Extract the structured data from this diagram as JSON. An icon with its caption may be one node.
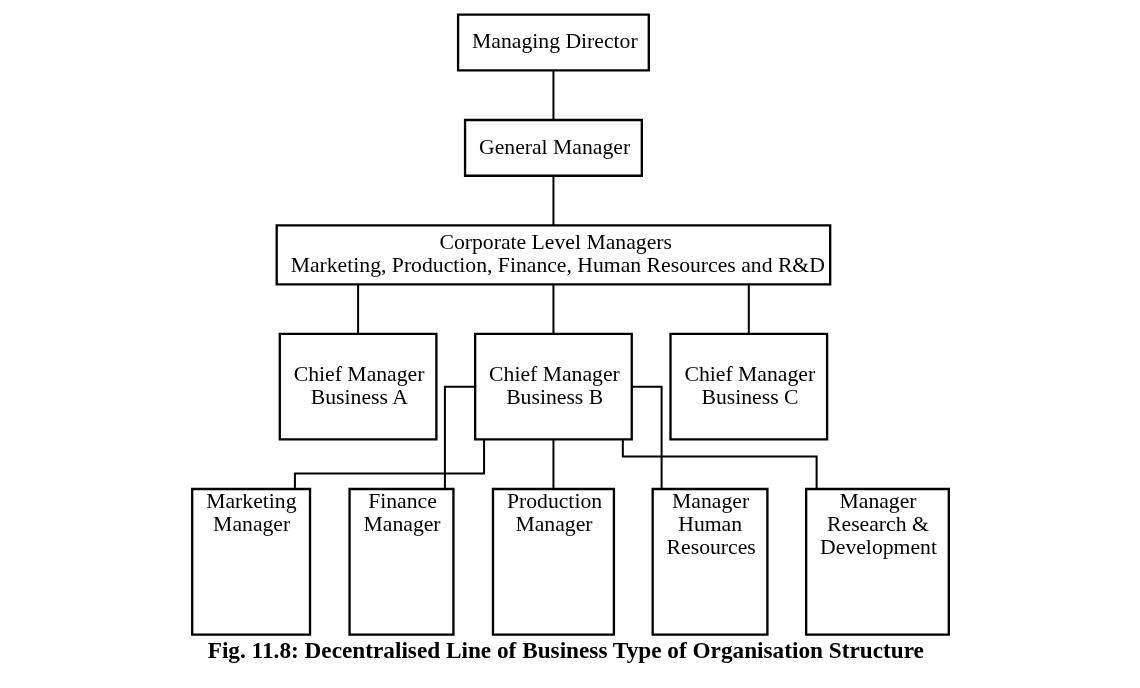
{
  "diagram": {
    "caption": "Fig. 11.8: Decentralised Line of Business Type of Organisation Structure",
    "nodes": [
      {
        "text": [
          "Managing Director"
        ]
      },
      {
        "text": [
          "General Manager"
        ]
      },
      {
        "text": [
          "Corporate Level Managers",
          "Marketing, Production, Finance, Human Resources and R&D"
        ]
      },
      {
        "text": [
          "Chief Manager Business A"
        ]
      },
      {
        "text": [
          "Chief Manager Business B"
        ]
      },
      {
        "text": [
          "Chief Manager Business C"
        ]
      },
      {
        "text": [
          "Marketing Manager"
        ]
      },
      {
        "text": [
          "Finance Manager"
        ]
      },
      {
        "text": [
          "Production Manager"
        ]
      },
      {
        "text": [
          "Manager Human Resources"
        ]
      },
      {
        "text": [
          "Manager Research & Development"
        ]
      }
    ],
    "edges": [
      {
        "from": 0,
        "to": 1,
        "arrow": "none"
      },
      {
        "from": 1,
        "to": 2,
        "arrow": "none"
      },
      {
        "from": 2,
        "to": 3,
        "arrow": "none"
      },
      {
        "from": 2,
        "to": 4,
        "arrow": "none"
      },
      {
        "from": 2,
        "to": 5,
        "arrow": "none"
      },
      {
        "from": 4,
        "to": 6,
        "arrow": "none"
      },
      {
        "from": 4,
        "to": 7,
        "arrow": "none"
      },
      {
        "from": 4,
        "to": 8,
        "arrow": "none"
      },
      {
        "from": 4,
        "to": 9,
        "arrow": "none"
      },
      {
        "from": 4,
        "to": 10,
        "arrow": "none"
      }
    ]
  }
}
